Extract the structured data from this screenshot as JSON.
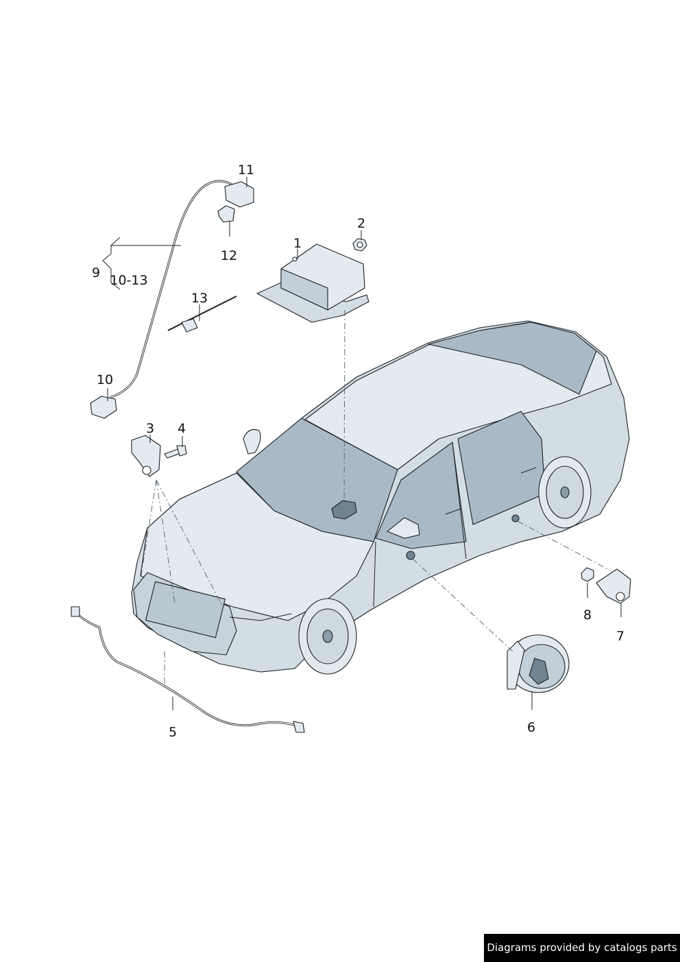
{
  "callouts": {
    "c1": "1",
    "c2": "2",
    "c3": "3",
    "c4": "4",
    "c5": "5",
    "c6": "6",
    "c7": "7",
    "c8": "8",
    "c9": "9",
    "c10_13": "10-13",
    "c10": "10",
    "c11": "11",
    "c12": "12",
    "c13": "13"
  },
  "credit": "Diagrams provided by catalogs parts",
  "colors": {
    "line": "#1b1f22",
    "body": "#d3dde4",
    "glass": "#a9bac6",
    "credit_bg": "#000000",
    "credit_text": "#ffffff"
  }
}
